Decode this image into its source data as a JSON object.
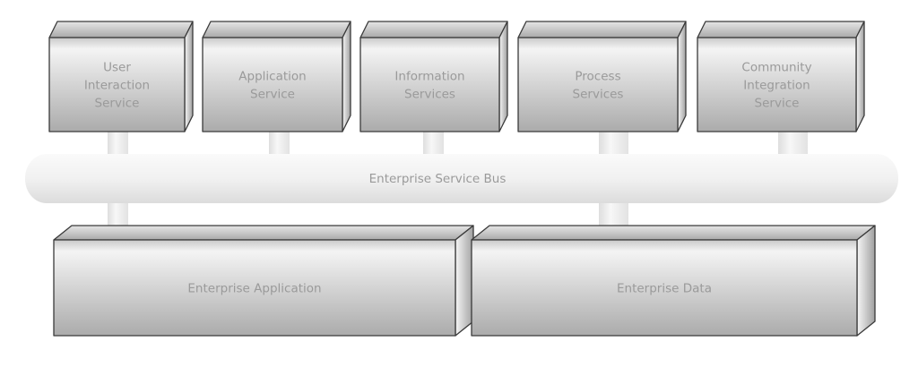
{
  "services": [
    {
      "id": "user-interaction-service",
      "lines": [
        "User",
        "Interaction",
        "Service"
      ]
    },
    {
      "id": "application-service",
      "lines": [
        "Application",
        "Service"
      ]
    },
    {
      "id": "information-services",
      "lines": [
        "Information",
        "Services"
      ]
    },
    {
      "id": "process-services",
      "lines": [
        "Process",
        "Services"
      ]
    },
    {
      "id": "community-integration-service",
      "lines": [
        "Community",
        "Integration",
        "Service"
      ]
    }
  ],
  "bus": {
    "label": "Enterprise Service Bus"
  },
  "foundations": [
    {
      "id": "enterprise-application",
      "label": "Enterprise Application"
    },
    {
      "id": "enterprise-data",
      "label": "Enterprise Data"
    }
  ],
  "colors": {
    "outline": "#3a3a3a",
    "text": "#9a9a9a"
  }
}
